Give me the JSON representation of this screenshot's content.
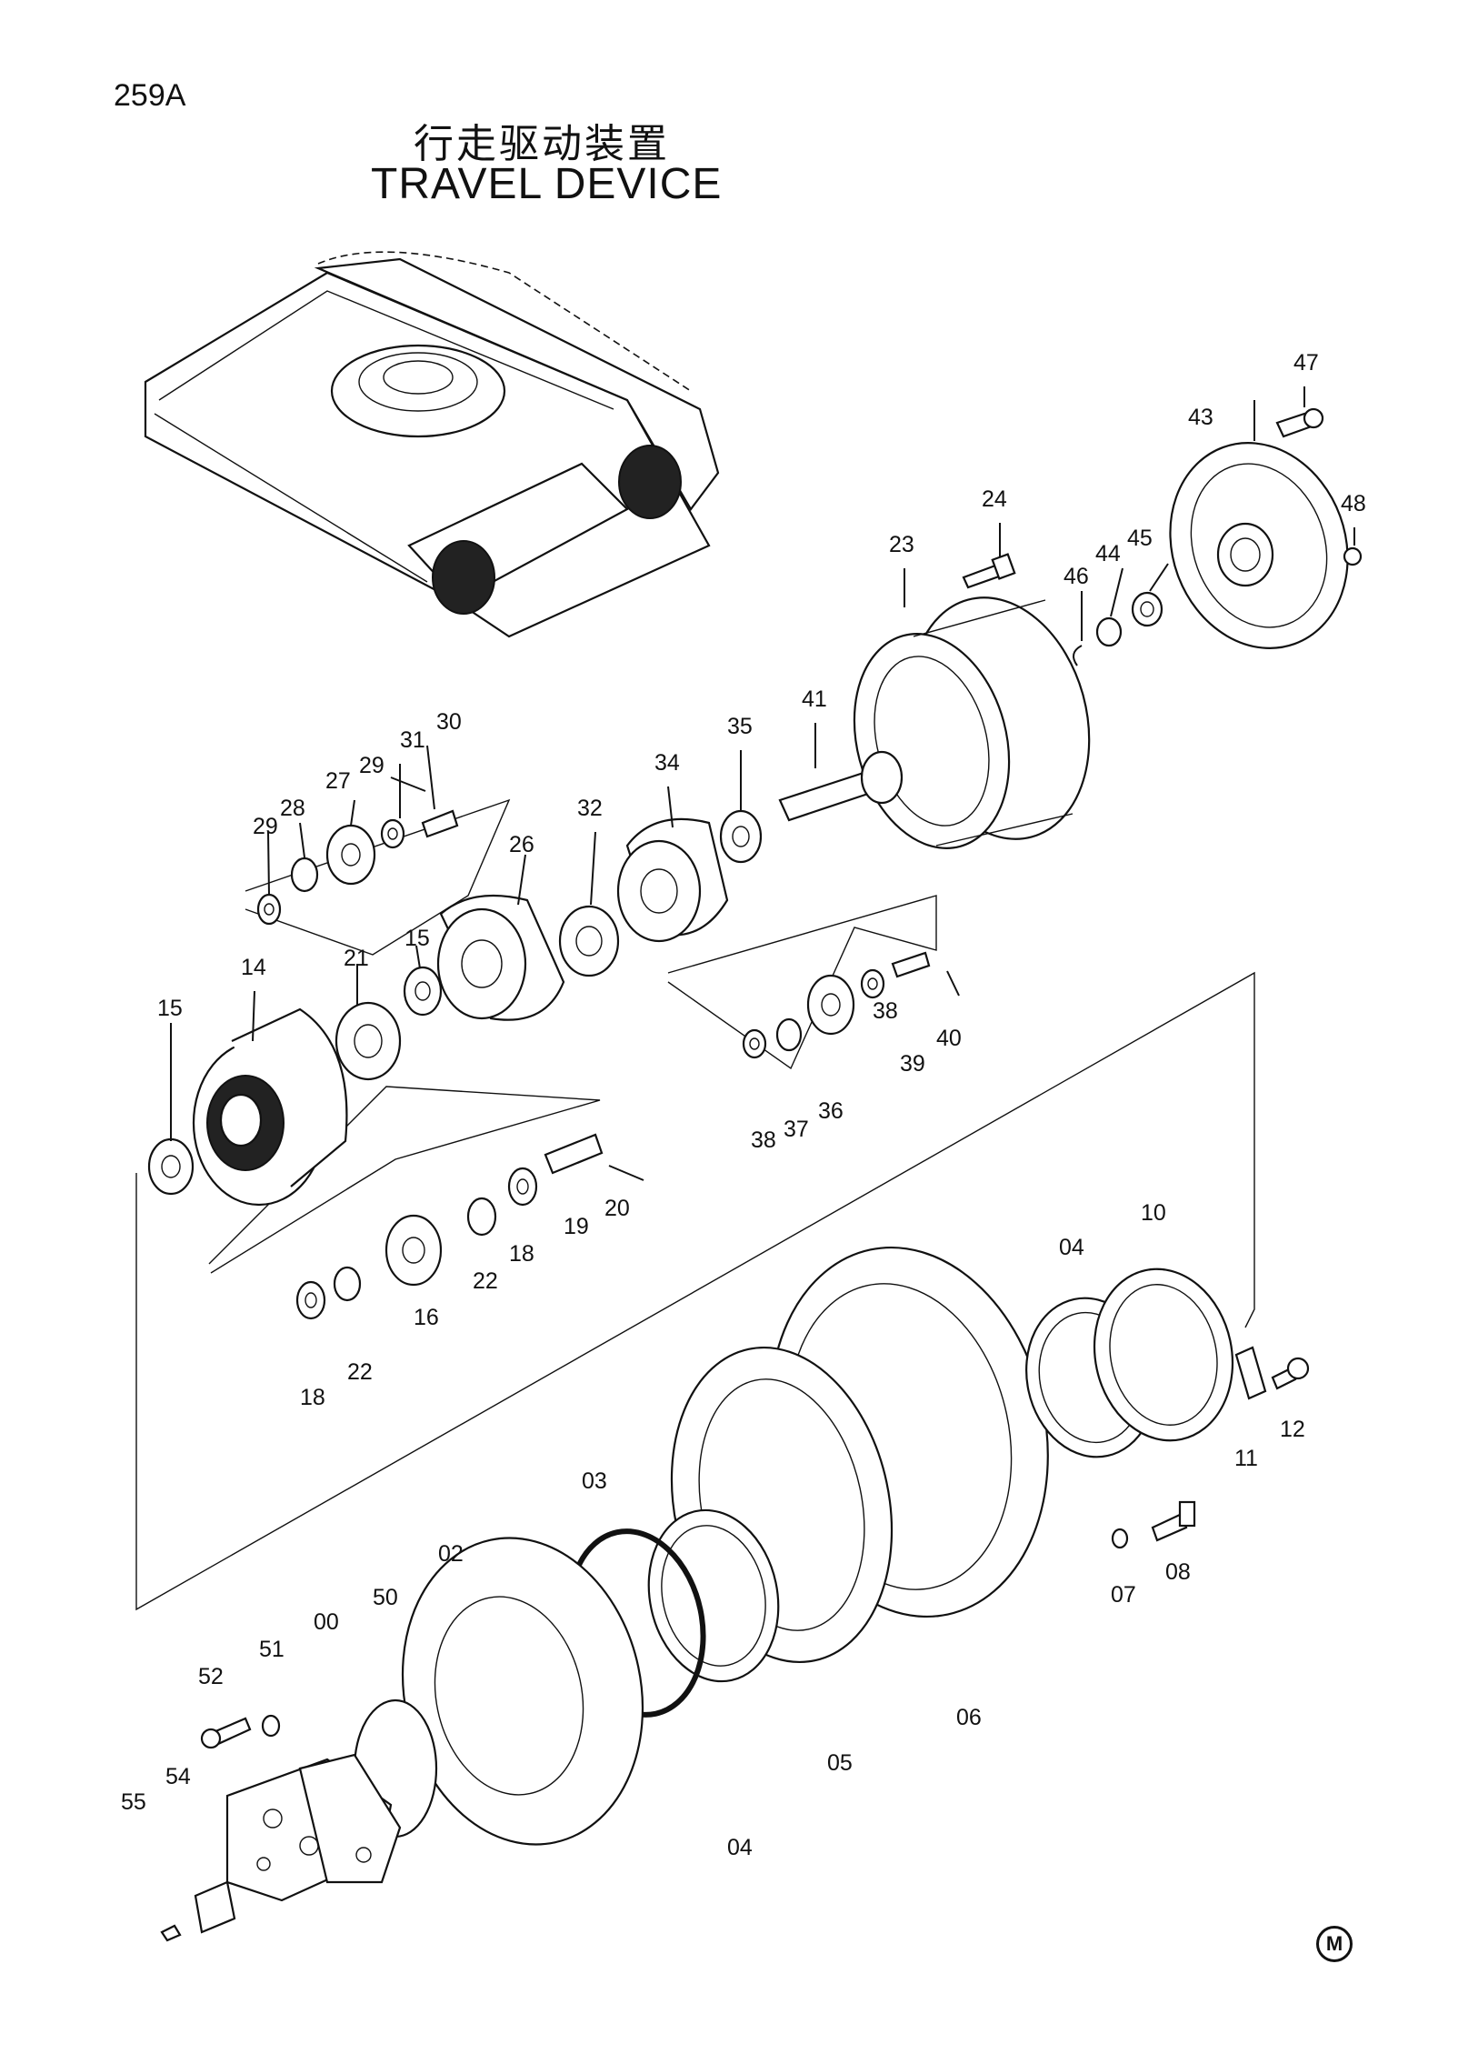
{
  "page": {
    "code": "259A",
    "title_cn": "行走驱动装置",
    "title_en": "TRAVEL DEVICE",
    "mark": "M"
  },
  "parts": [
    {
      "id": "p00",
      "label": "00"
    },
    {
      "id": "p02",
      "label": "02"
    },
    {
      "id": "p03",
      "label": "03"
    },
    {
      "id": "p04a",
      "label": "04"
    },
    {
      "id": "p04b",
      "label": "04"
    },
    {
      "id": "p05",
      "label": "05"
    },
    {
      "id": "p06",
      "label": "06"
    },
    {
      "id": "p07",
      "label": "07"
    },
    {
      "id": "p08",
      "label": "08"
    },
    {
      "id": "p10",
      "label": "10"
    },
    {
      "id": "p11",
      "label": "11"
    },
    {
      "id": "p12",
      "label": "12"
    },
    {
      "id": "p14",
      "label": "14"
    },
    {
      "id": "p15a",
      "label": "15"
    },
    {
      "id": "p15b",
      "label": "15"
    },
    {
      "id": "p16",
      "label": "16"
    },
    {
      "id": "p18a",
      "label": "18"
    },
    {
      "id": "p18b",
      "label": "18"
    },
    {
      "id": "p19",
      "label": "19"
    },
    {
      "id": "p20",
      "label": "20"
    },
    {
      "id": "p21",
      "label": "21"
    },
    {
      "id": "p22a",
      "label": "22"
    },
    {
      "id": "p22b",
      "label": "22"
    },
    {
      "id": "p23",
      "label": "23"
    },
    {
      "id": "p24",
      "label": "24"
    },
    {
      "id": "p26",
      "label": "26"
    },
    {
      "id": "p27",
      "label": "27"
    },
    {
      "id": "p28",
      "label": "28"
    },
    {
      "id": "p29a",
      "label": "29"
    },
    {
      "id": "p29b",
      "label": "29"
    },
    {
      "id": "p30",
      "label": "30"
    },
    {
      "id": "p31",
      "label": "31"
    },
    {
      "id": "p32",
      "label": "32"
    },
    {
      "id": "p34",
      "label": "34"
    },
    {
      "id": "p35",
      "label": "35"
    },
    {
      "id": "p36",
      "label": "36"
    },
    {
      "id": "p37",
      "label": "37"
    },
    {
      "id": "p38a",
      "label": "38"
    },
    {
      "id": "p38b",
      "label": "38"
    },
    {
      "id": "p39",
      "label": "39"
    },
    {
      "id": "p40",
      "label": "40"
    },
    {
      "id": "p41",
      "label": "41"
    },
    {
      "id": "p43",
      "label": "43"
    },
    {
      "id": "p44",
      "label": "44"
    },
    {
      "id": "p45",
      "label": "45"
    },
    {
      "id": "p46",
      "label": "46"
    },
    {
      "id": "p47",
      "label": "47"
    },
    {
      "id": "p48",
      "label": "48"
    },
    {
      "id": "p50",
      "label": "50"
    },
    {
      "id": "p51",
      "label": "51"
    },
    {
      "id": "p52",
      "label": "52"
    },
    {
      "id": "p54",
      "label": "54"
    },
    {
      "id": "p55",
      "label": "55"
    }
  ]
}
